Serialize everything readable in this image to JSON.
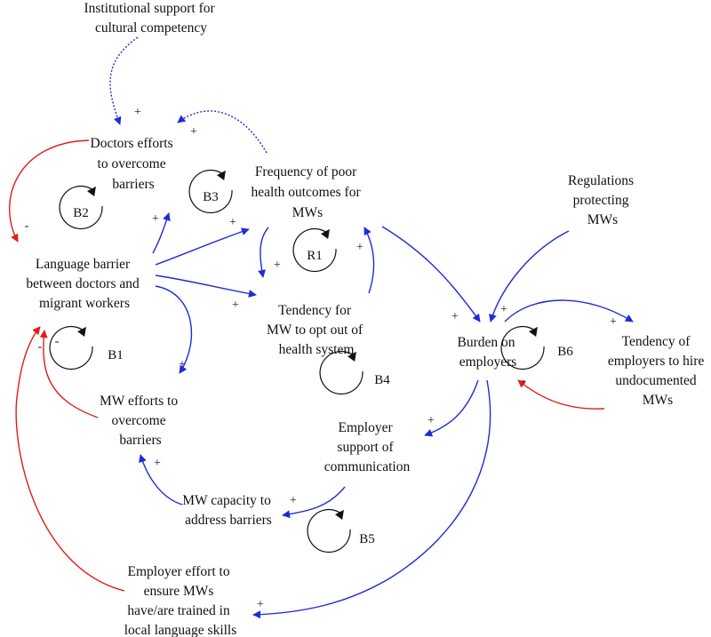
{
  "variables": {
    "institutional": [
      "Institutional support for",
      "cultural competency"
    ],
    "doctors": [
      "Doctors efforts",
      "to overcome",
      "barriers"
    ],
    "frequency": [
      "Frequency of poor",
      "health outcomes for",
      "MWs"
    ],
    "regulations": [
      "Regulations",
      "protecting",
      "MWs"
    ],
    "language": [
      "Language barrier",
      "between doctors and",
      "migrant workers"
    ],
    "tendency_opt": [
      "Tendency for",
      "MW to opt out of",
      "health system"
    ],
    "burden": [
      "Burden on",
      "employers"
    ],
    "tendency_hire": [
      "Tendency of",
      "employers to hire",
      "undocumented",
      "MWs"
    ],
    "mw_efforts": [
      "MW efforts to",
      "overcome",
      "barriers"
    ],
    "employer_support": [
      "Employer",
      "support of",
      "communication"
    ],
    "mw_capacity": [
      "MW capacity to",
      "address barriers"
    ],
    "employer_effort": [
      "Employer effort to",
      "ensure MWs",
      "have/are trained in",
      "local language skills"
    ]
  },
  "loops": {
    "b1": "B1",
    "b2": "B2",
    "b3": "B3",
    "b4": "B4",
    "b5": "B5",
    "b6": "B6",
    "r1": "R1"
  },
  "signs": {
    "plus": "+",
    "minus": "-"
  },
  "colors": {
    "positive_link": "#1f2bd6",
    "negative_link": "#e01b1b",
    "text": "#111111"
  }
}
